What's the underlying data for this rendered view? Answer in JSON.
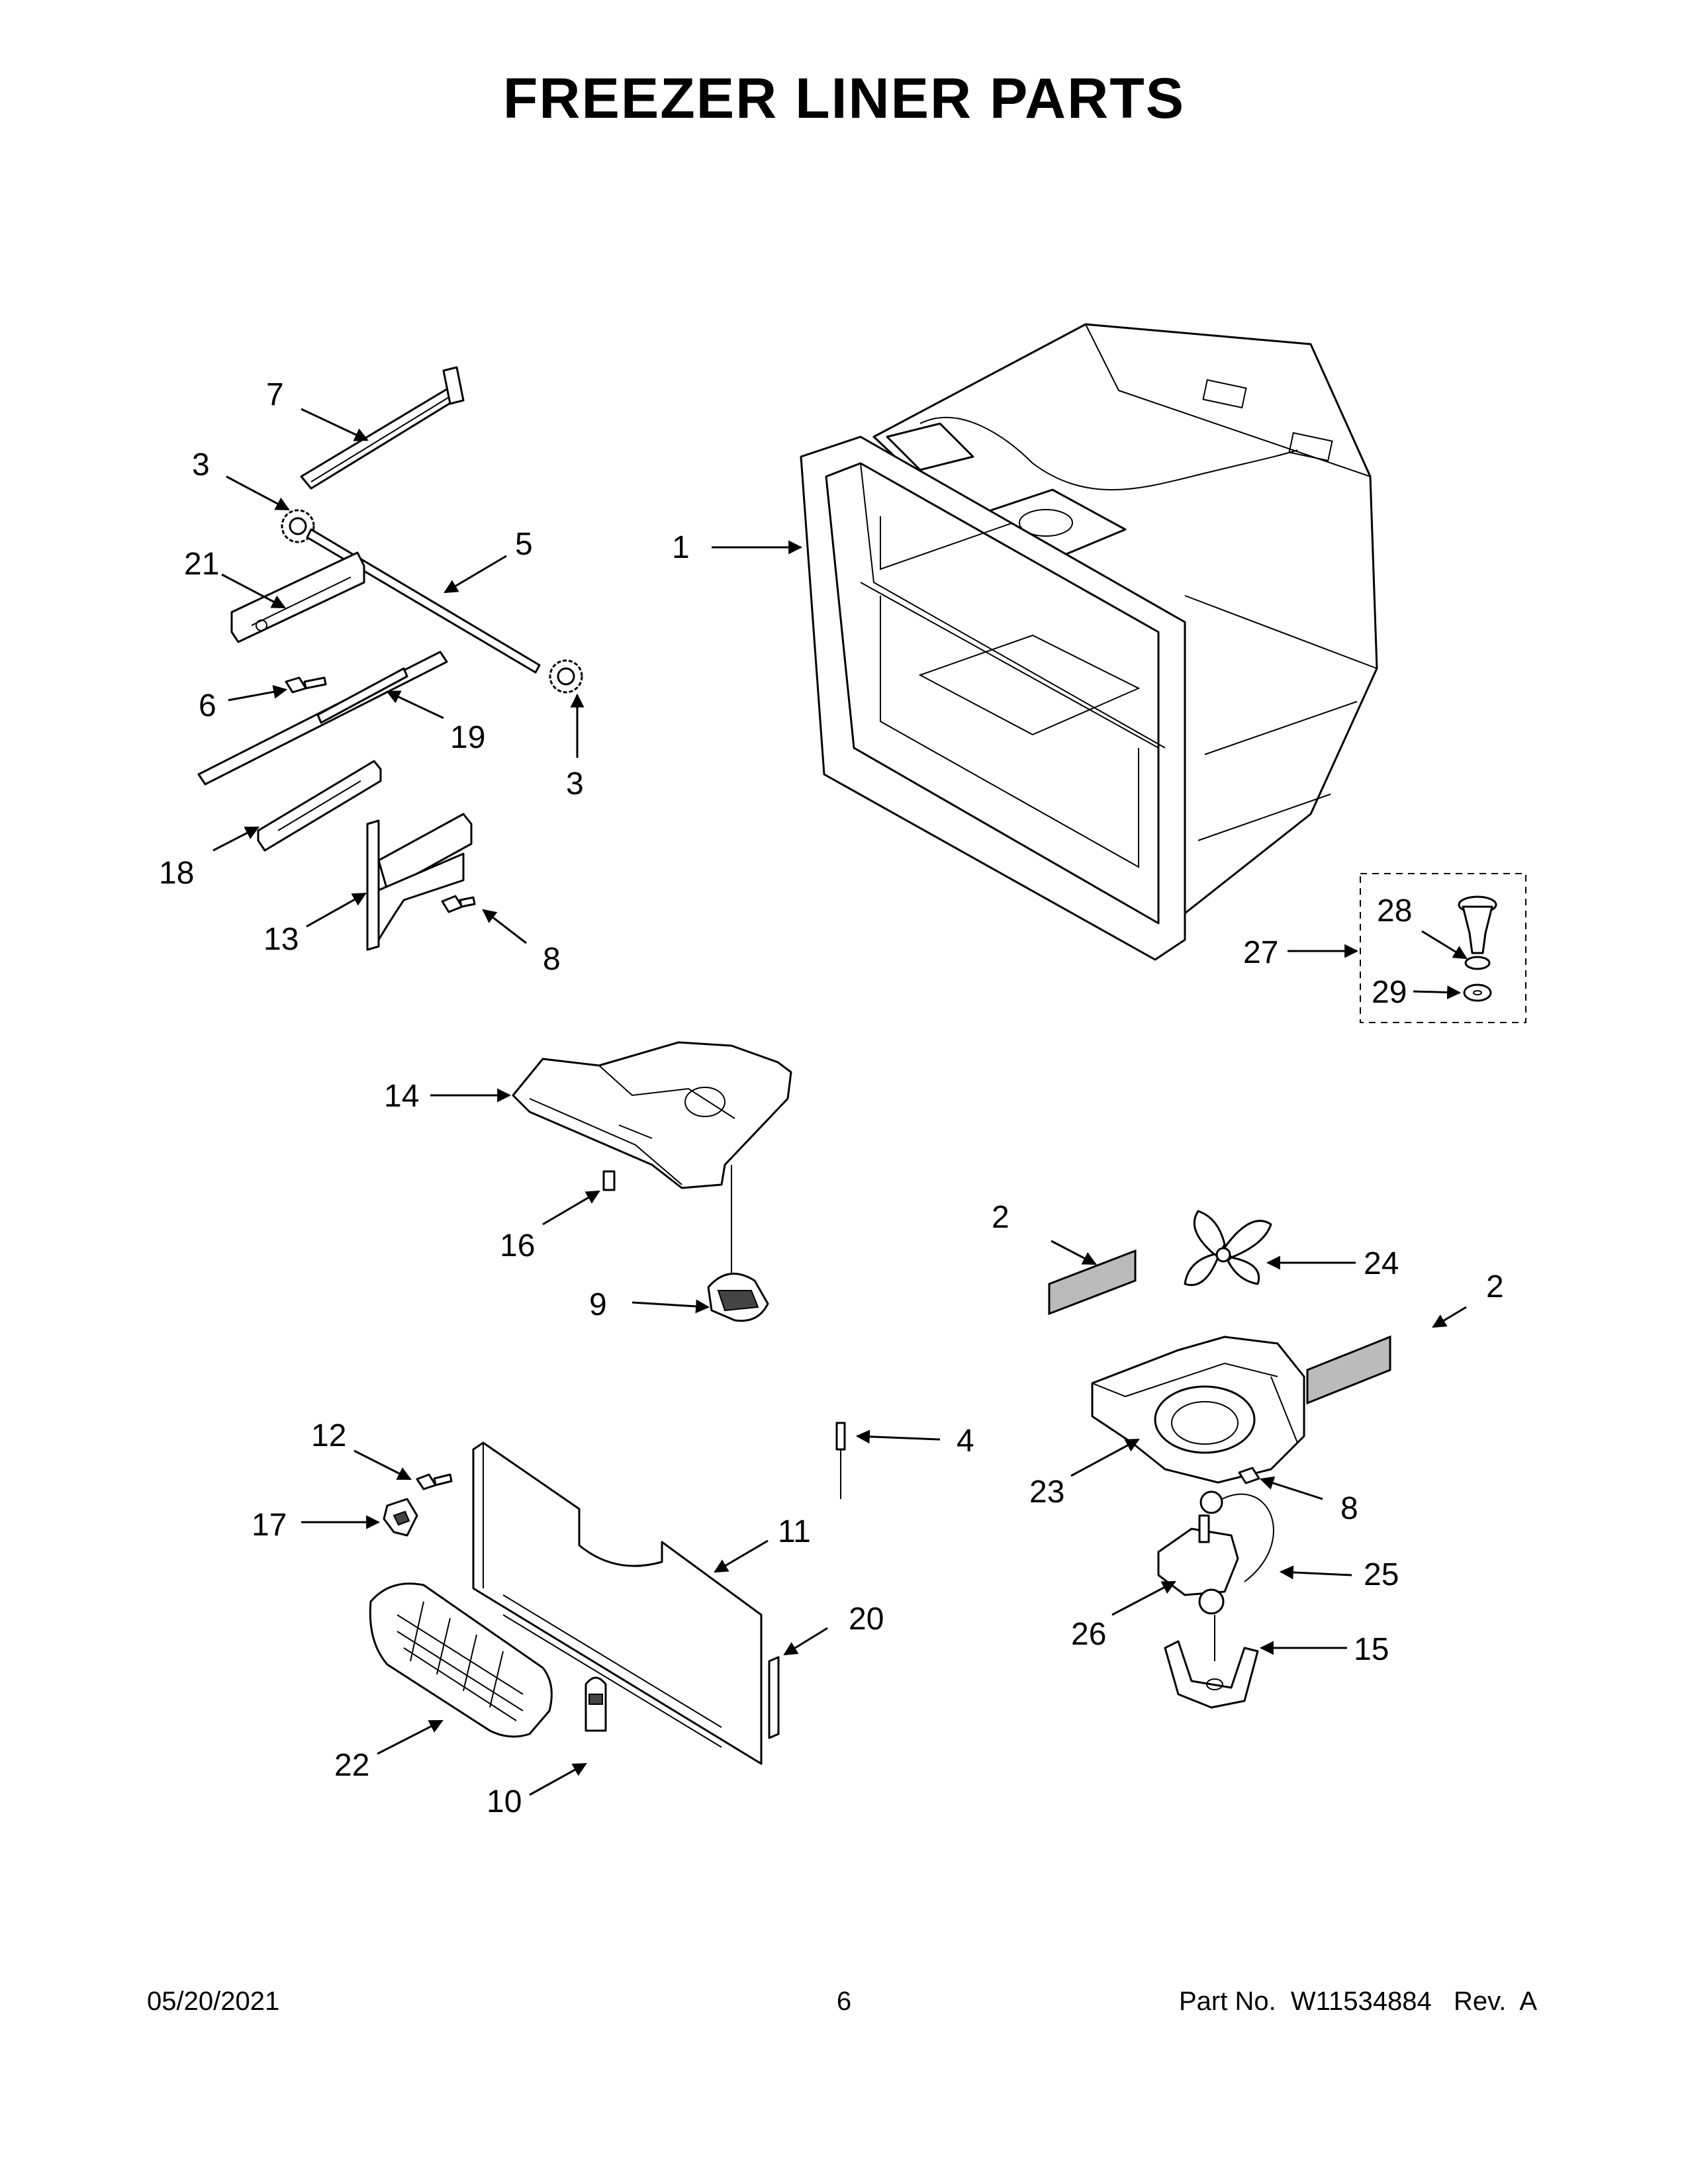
{
  "title": "FREEZER LINER PARTS",
  "footer": {
    "date": "05/20/2021",
    "page": "6",
    "part_no": "Part No.  W11534884   Rev.  A"
  },
  "callouts": [
    {
      "id": "c1",
      "label": "1"
    },
    {
      "id": "c2a",
      "label": "2"
    },
    {
      "id": "c2b",
      "label": "2"
    },
    {
      "id": "c3a",
      "label": "3"
    },
    {
      "id": "c3b",
      "label": "3"
    },
    {
      "id": "c4",
      "label": "4"
    },
    {
      "id": "c5",
      "label": "5"
    },
    {
      "id": "c6",
      "label": "6"
    },
    {
      "id": "c7",
      "label": "7"
    },
    {
      "id": "c8a",
      "label": "8"
    },
    {
      "id": "c8b",
      "label": "8"
    },
    {
      "id": "c9",
      "label": "9"
    },
    {
      "id": "c10",
      "label": "10"
    },
    {
      "id": "c11",
      "label": "11"
    },
    {
      "id": "c12",
      "label": "12"
    },
    {
      "id": "c13",
      "label": "13"
    },
    {
      "id": "c14",
      "label": "14"
    },
    {
      "id": "c15",
      "label": "15"
    },
    {
      "id": "c16",
      "label": "16"
    },
    {
      "id": "c17",
      "label": "17"
    },
    {
      "id": "c18",
      "label": "18"
    },
    {
      "id": "c19",
      "label": "19"
    },
    {
      "id": "c20",
      "label": "20"
    },
    {
      "id": "c21",
      "label": "21"
    },
    {
      "id": "c22",
      "label": "22"
    },
    {
      "id": "c23",
      "label": "23"
    },
    {
      "id": "c24",
      "label": "24"
    },
    {
      "id": "c25",
      "label": "25"
    },
    {
      "id": "c26",
      "label": "26"
    },
    {
      "id": "c27",
      "label": "27"
    },
    {
      "id": "c28",
      "label": "28"
    },
    {
      "id": "c29",
      "label": "29"
    }
  ]
}
